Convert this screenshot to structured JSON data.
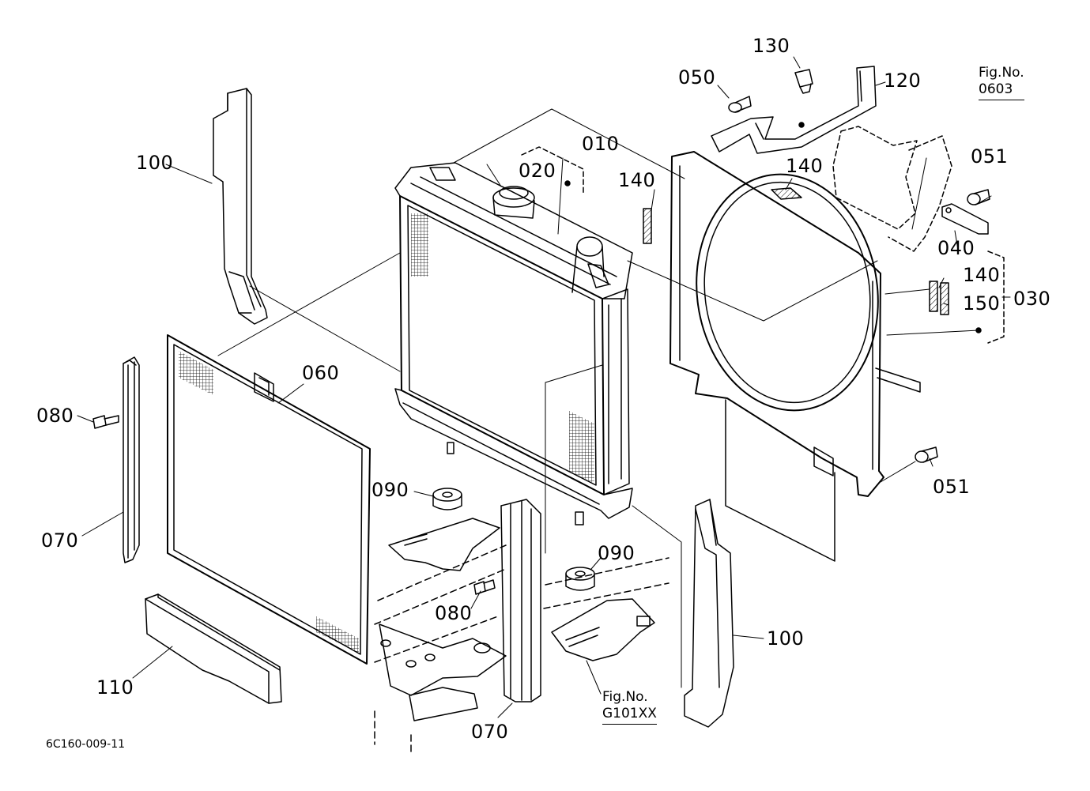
{
  "callouts": {
    "p010": "010",
    "p020": "020",
    "p030": "030",
    "p040": "040",
    "p050": "050",
    "p051_top": "051",
    "p051_bottom": "051",
    "p060": "060",
    "p070_left": "070",
    "p070_right": "070",
    "p080_left": "080",
    "p080_center": "080",
    "p090_left": "090",
    "p090_right": "090",
    "p100_left": "100",
    "p100_right": "100",
    "p110": "110",
    "p120": "120",
    "p130": "130",
    "p140_left": "140",
    "p140_top": "140",
    "p140_right": "140",
    "p150": "150"
  },
  "figure_refs": {
    "fan_shroud": {
      "line1": "Fig.No.",
      "line2": "0603"
    },
    "frame": {
      "line1": "Fig.No.",
      "line2": "G101XX"
    }
  },
  "drawing_code": "6C160-009-11"
}
